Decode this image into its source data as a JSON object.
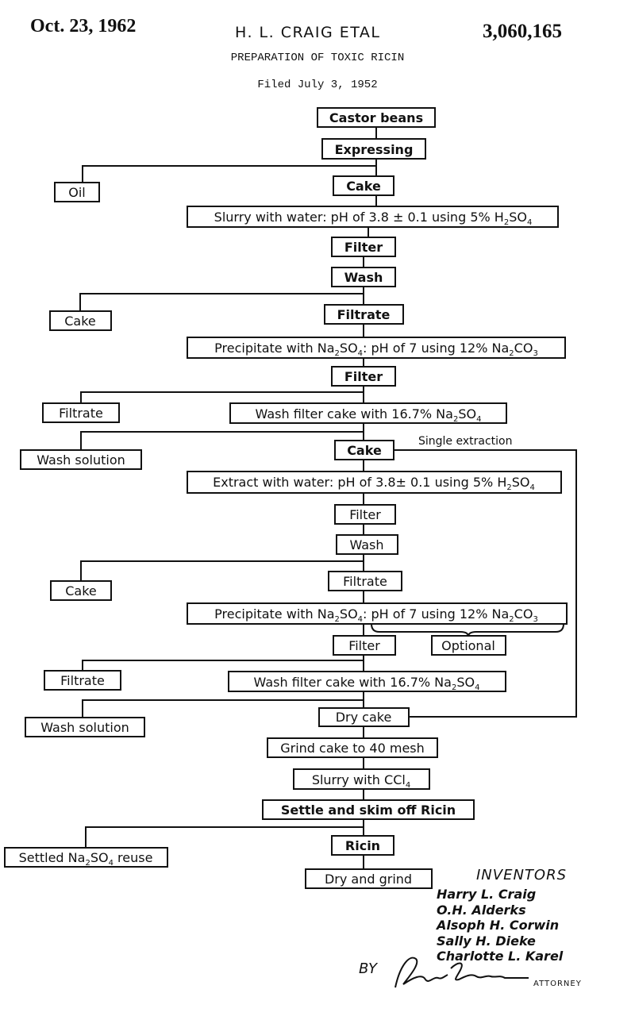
{
  "header": {
    "date": "Oct. 23, 1962",
    "inventors_short": "H. L. CRAIG ETAL",
    "patent_number": "3,060,165",
    "title": "PREPARATION OF TOXIC RICIN",
    "filed": "Filed July 3, 1952"
  },
  "flow": {
    "castor_beans": "Castor beans",
    "expressing": "Expressing",
    "oil": "Oil",
    "cake_1": "Cake",
    "slurry_water": [
      "Slurry with water",
      ": pH of  3.8 ",
      "±",
      " 0.1 using 5% H",
      "2",
      "SO",
      "4"
    ],
    "filter_1": "Filter",
    "wash_1": "Wash",
    "cake_side_1": "Cake",
    "filtrate_1": "Filtrate",
    "precipitate_1": [
      "Precipitate with Na",
      "2",
      "SO",
      "4",
      ": pH of 7 using  12% Na",
      "2",
      "CO",
      "3"
    ],
    "filter_2": "Filter",
    "filtrate_side_1": "Filtrate",
    "wash_cake_1": [
      "Wash filter cake with 16.7% Na",
      "2",
      "SO",
      "4"
    ],
    "wash_solution_1": "Wash solution",
    "cake_2": "Cake",
    "single_extraction": "Single  extraction",
    "extract_water": [
      "Extract with water",
      ": pH of 3.8",
      "±",
      " 0.1 using  5% H",
      "2",
      "SO",
      "4"
    ],
    "filter_3": "Filter",
    "wash_2": "Wash",
    "cake_side_2": "Cake",
    "filtrate_2": "Filtrate",
    "precipitate_2": [
      "Precipitate with Na",
      "2",
      "SO",
      "4",
      ": pH of 7 using  12% Na",
      "2",
      "CO",
      "3"
    ],
    "filter_4": "Filter",
    "optional": "Optional",
    "filtrate_side_2": "Filtrate",
    "wash_cake_2": [
      "Wash filter cake with 16.7% Na",
      "2",
      "SO",
      "4"
    ],
    "wash_solution_2": "Wash solution",
    "dry_cake": "Dry cake",
    "grind_cake": "Grind cake to 40 mesh",
    "slurry_ccl4": [
      "Slurry with CCl",
      "4"
    ],
    "settle": "Settle and skim off Ricin",
    "ricin": "Ricin",
    "settled_reuse": [
      "Settled Na",
      "2",
      "SO",
      "4",
      " reuse"
    ],
    "dry_grind": "Dry and grind"
  },
  "inventors": {
    "heading": "INVENTORS",
    "names": [
      "Harry L. Craig",
      "O.H. Alderks",
      "Alsoph H. Corwin",
      "Sally H. Dieke",
      "Charlotte L. Karel"
    ],
    "by": "BY",
    "attorney_label": "ATTORNEY",
    "signature": "George Renshaw"
  }
}
